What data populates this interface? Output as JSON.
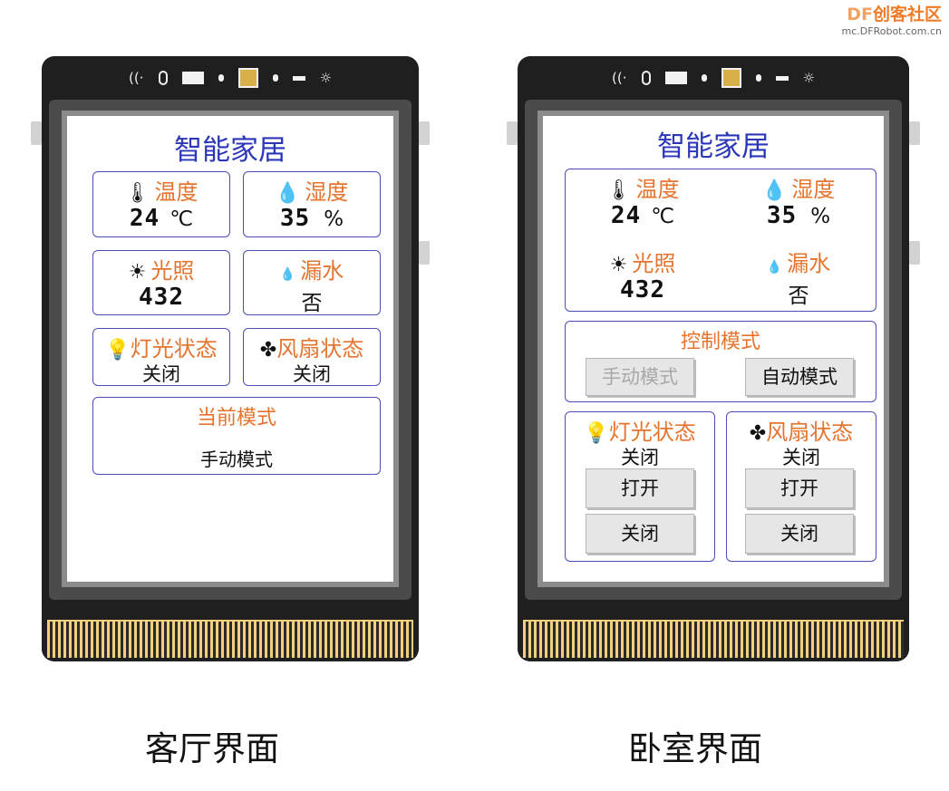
{
  "watermark": {
    "brand_df": "DF",
    "brand_cn": "创客社区",
    "url": "mc.DFRobot.com.cn"
  },
  "living_room": {
    "caption": "客厅界面",
    "title": "智能家居",
    "temperature": {
      "label": "温度",
      "value": "24",
      "unit": "℃",
      "icon": "thermometer-icon"
    },
    "humidity": {
      "label": "湿度",
      "value": "35",
      "unit": "%",
      "icon": "droplet-icon"
    },
    "light": {
      "label": "光照",
      "value": "432",
      "icon": "sun-icon"
    },
    "leak": {
      "label": "漏水",
      "value": "否",
      "icon": "drops-icon"
    },
    "lamp": {
      "label": "灯光状态",
      "value": "关闭",
      "icon": "bulb-icon"
    },
    "fan": {
      "label": "风扇状态",
      "value": "关闭",
      "icon": "fan-icon"
    },
    "mode": {
      "label": "当前模式",
      "value": "手动模式"
    }
  },
  "bedroom": {
    "caption": "卧室界面",
    "title": "智能家居",
    "temperature": {
      "label": "温度",
      "value": "24",
      "unit": "℃",
      "icon": "thermometer-icon"
    },
    "humidity": {
      "label": "湿度",
      "value": "35",
      "unit": "%",
      "icon": "droplet-icon"
    },
    "light": {
      "label": "光照",
      "value": "432",
      "icon": "sun-icon"
    },
    "leak": {
      "label": "漏水",
      "value": "否",
      "icon": "drops-icon"
    },
    "control": {
      "label": "控制模式",
      "manual_button": "手动模式",
      "auto_button": "自动模式"
    },
    "lamp": {
      "label": "灯光状态",
      "value": "关闭",
      "on_button": "打开",
      "off_button": "关闭",
      "icon": "bulb-icon"
    },
    "fan": {
      "label": "风扇状态",
      "value": "关闭",
      "on_button": "打开",
      "off_button": "关闭",
      "icon": "fan-icon"
    }
  },
  "colors": {
    "title": "#2b37b8",
    "label": "#e5742e",
    "border": "#4a4fb8",
    "watermark": "#f07a26"
  }
}
